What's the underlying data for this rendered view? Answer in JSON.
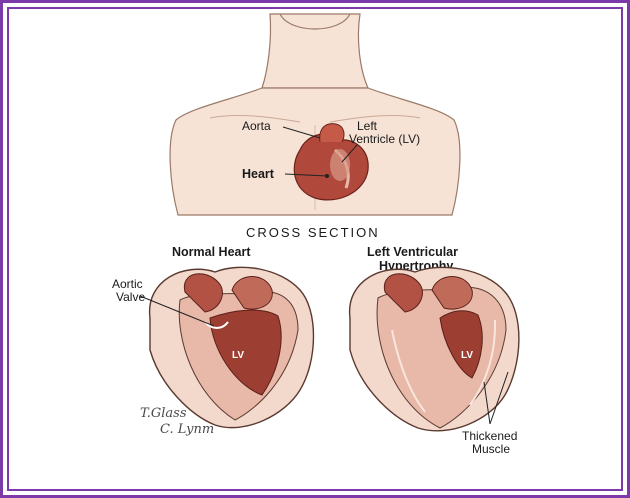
{
  "colors": {
    "frame": "#7b3aa8",
    "skin": "#f6e3d6",
    "heart_red": "#b0493c",
    "heart_dark": "#7a2a20",
    "muscle_pink": "#e8b8a8"
  },
  "torso": {
    "labels": {
      "aorta": "Aorta",
      "left_ventricle_line1": "Left",
      "left_ventricle_line2": "Ventricle (LV)",
      "heart": "Heart"
    }
  },
  "cross_section": {
    "title": "CROSS SECTION",
    "normal": {
      "title": "Normal Heart",
      "aortic_valve_line1": "Aortic",
      "aortic_valve_line2": "Valve",
      "lv": "LV"
    },
    "hypertrophy": {
      "title_line1": "Left Ventricular",
      "title_line2": "Hypertrophy",
      "lv": "LV",
      "thickened_line1": "Thickened",
      "thickened_line2": "Muscle"
    }
  },
  "signature": {
    "line1": "T.Glass",
    "line2": "C. Lynm"
  }
}
